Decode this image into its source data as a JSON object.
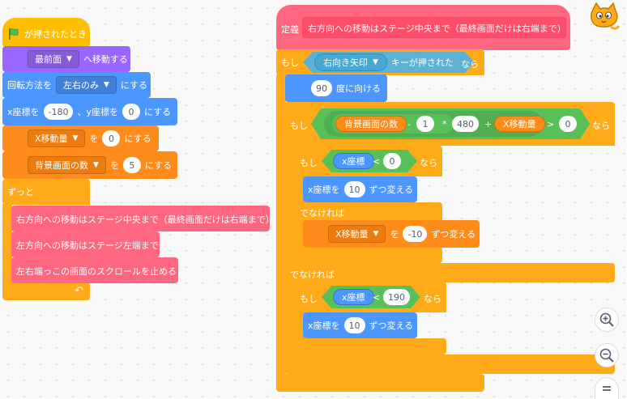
{
  "colors": {
    "events": "#ffbf00",
    "looks": "#9966ff",
    "motion": "#4c97ff",
    "variables": "#ff8c1a",
    "control": "#ffab19",
    "custom": "#ff6680",
    "operators": "#59c059",
    "sensing": "#5cb1d6"
  },
  "left_script": {
    "hat_label": "が押されたとき",
    "front": {
      "dropdown": "最前面",
      "suffix": "へ移動する"
    },
    "rotation": {
      "label": "回転方法を",
      "dropdown": "左右のみ",
      "suffix": "にする"
    },
    "goto": {
      "label_x": "x座標を",
      "x": "-180",
      "label_y": "、y座標を",
      "y": "0",
      "suffix": "にする"
    },
    "set_move": {
      "var": "X移動量",
      "label": "を",
      "value": "0",
      "suffix": "にする"
    },
    "set_bg": {
      "var": "背景画面の数",
      "label": "を",
      "value": "5",
      "suffix": "にする"
    },
    "forever": "ずっと",
    "calls": [
      "右方向への移動はステージ中央まで（最終画面だけは右端まで）",
      "左方向への移動はステージ左端まで",
      "左右端っこの画面のスクロールを止める"
    ],
    "loop_arrow": "↶"
  },
  "right_script": {
    "define_label": "定義",
    "define_name": "右方向への移動はステージ中央まで（最終画面だけは右端まで）",
    "if1": {
      "if": "もし",
      "key": "右向き矢印",
      "key_suffix": "キーが押された",
      "then": "なら"
    },
    "point": {
      "value": "90",
      "suffix": "度に向ける"
    },
    "if2": {
      "if": "もし",
      "var": "背景画面の数",
      "minus": "-",
      "n1": "1",
      "times": "*",
      "n2": "480",
      "plus": "+",
      "var2": "X移動量",
      "gt": ">",
      "n3": "0",
      "then": "なら"
    },
    "if3": {
      "if": "もし",
      "var": "x座標",
      "lt": "<",
      "n": "0",
      "then": "なら"
    },
    "change_x1": {
      "label": "x座標を",
      "value": "10",
      "suffix": "ずつ変える"
    },
    "else1": "でなければ",
    "change_move": {
      "var": "X移動量",
      "label": "を",
      "value": "-10",
      "suffix": "ずつ変える"
    },
    "else2": "でなければ",
    "if4": {
      "if": "もし",
      "var": "x座標",
      "lt": "<",
      "n": "190",
      "then": "なら"
    },
    "change_x2": {
      "label": "x座標を",
      "value": "10",
      "suffix": "ずつ変える"
    }
  },
  "zoom": {
    "in_icon": "zoom-in-icon",
    "out_icon": "zoom-out-icon",
    "reset_icon": "zoom-reset-icon"
  }
}
